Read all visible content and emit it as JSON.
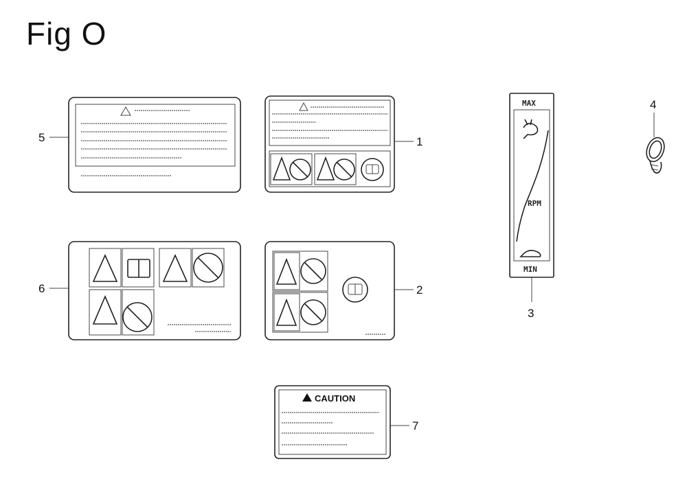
{
  "figure": {
    "title": "Fig O"
  },
  "callouts": {
    "n1": "1",
    "n2": "2",
    "n3": "3",
    "n4": "4",
    "n5": "5",
    "n6": "6",
    "n7": "7"
  },
  "throttle_label": {
    "max": "MAX",
    "rpm": "RPM",
    "min": "MIN"
  },
  "caution_label": {
    "heading": "CAUTION"
  },
  "icons": [
    "warning-triangle-icon",
    "prohibition-circle-icon",
    "manual-book-icon",
    "rabbit-icon",
    "turtle-icon",
    "key-ring-icon"
  ]
}
